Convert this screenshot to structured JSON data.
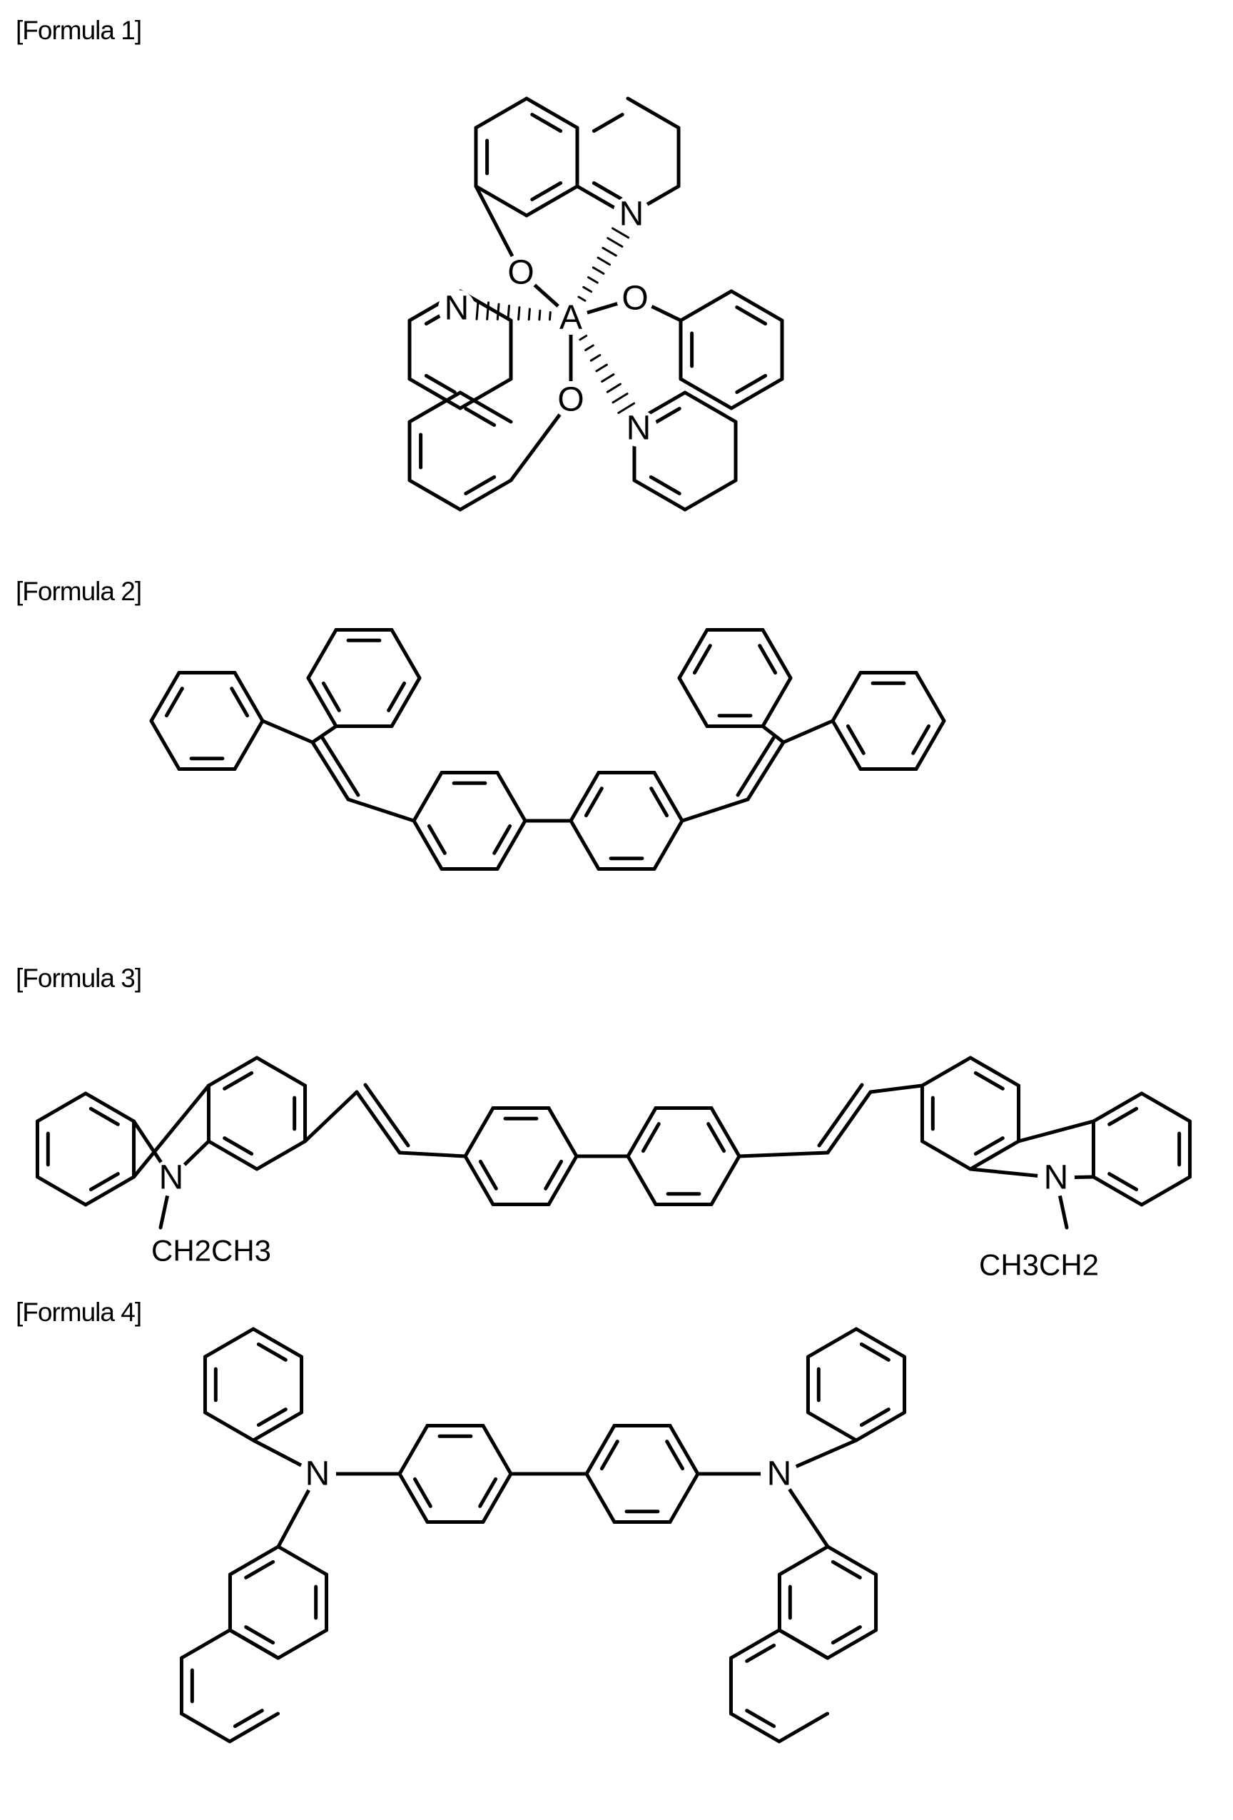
{
  "captions": {
    "f1": "[Formula 1]",
    "f2": "[Formula 2]",
    "f3": "[Formula 3]",
    "f4": "[Formula 4]"
  },
  "atoms": {
    "nitrogen": "N",
    "oxygen": "O",
    "aluminum": "A",
    "ethyl_left": "CH2CH3",
    "ethyl_right": "CH3CH2"
  }
}
